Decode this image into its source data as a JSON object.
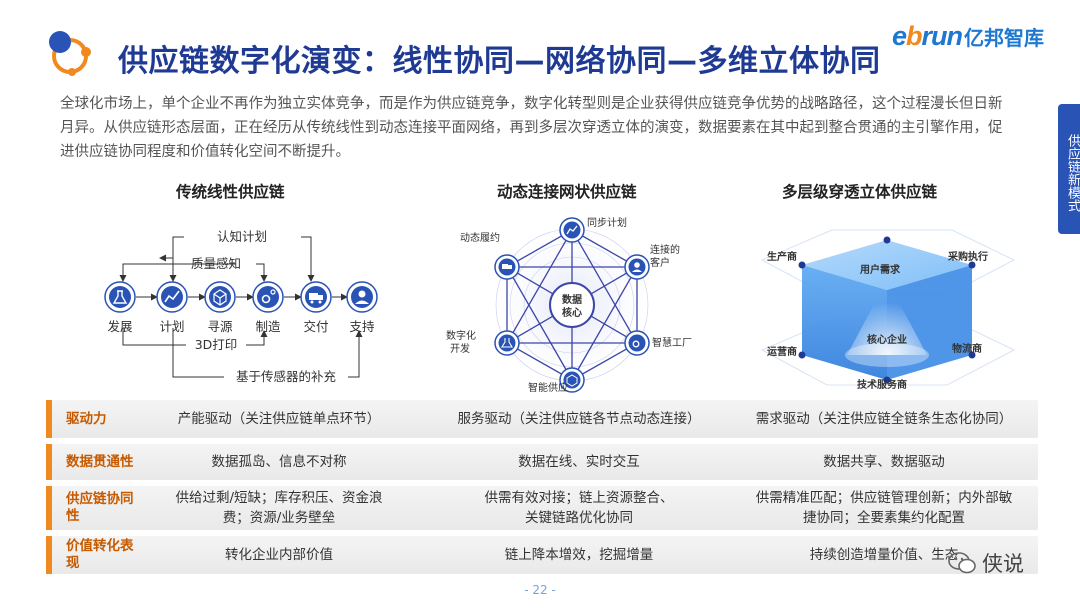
{
  "header": {
    "title": "供应链数字化演变：线性协同—网络协同—多维立体协同",
    "brand_en_e": "e",
    "brand_en_b": "b",
    "brand_en_rest": "run",
    "brand_cn": "亿邦智库",
    "side_tab": "供应链新模式"
  },
  "intro": "全球化市场上，单个企业不再作为独立实体竞争，而是作为供应链竞争，数字化转型则是企业获得供应链竞争优势的战略路径，这个过程漫长但日新月异。从供应链形态层面，正在经历从传统线性到动态连接平面网络，再到多层次穿透立体的演变，数据要素在其中起到整合贯通的主引擎作用，促进供应链协同程度和价值转化空间不断提升。",
  "diagrams": {
    "linear": {
      "title": "传统线性供应链",
      "nodes": [
        "发展",
        "计划",
        "寻源",
        "制造",
        "交付",
        "支持"
      ],
      "top_labels": [
        "认知计划",
        "质量感知"
      ],
      "bottom_labels": [
        "3D打印",
        "基于传感器的补充"
      ]
    },
    "network": {
      "title": "动态连接网状供应链",
      "center": [
        "数据",
        "核心"
      ],
      "nodes": [
        "同步计划",
        "连接的客户",
        "智慧工厂",
        "智能供应",
        "数字化开发",
        "动态履约"
      ]
    },
    "cube": {
      "title": "多层级穿透立体供应链",
      "labels": [
        "用户需求",
        "生产商",
        "采购执行",
        "运营商",
        "物流商",
        "技术服务商"
      ],
      "core": "核心企业"
    }
  },
  "table": {
    "rows": [
      {
        "head": "驱动力",
        "cells": [
          "产能驱动（关注供应链单点环节）",
          "服务驱动（关注供应链各节点动态连接）",
          "需求驱动（关注供应链全链条生态化协同）"
        ]
      },
      {
        "head": "数据贯通性",
        "cells": [
          "数据孤岛、信息不对称",
          "数据在线、实时交互",
          "数据共享、数据驱动"
        ]
      },
      {
        "head": "供应链协同性",
        "cells": [
          "供给过剩/短缺；库存积压、资金浪费；资源/业务壁垒",
          "供需有效对接；链上资源整合、关键链路优化协同",
          "供需精准匹配；供应链管理创新；内外部敏捷协同；全要素集约化配置"
        ]
      },
      {
        "head": "价值转化表现",
        "cells": [
          "转化企业内部价值",
          "链上降本增效，挖掘增量",
          "持续创造增量价值、生态"
        ]
      }
    ]
  },
  "footer": {
    "page": "- 22 -",
    "watermark": "侠说"
  },
  "colors": {
    "title": "#1f3a93",
    "accent_orange": "#f08a1e",
    "brand_blue": "#1e78d2",
    "node_blue": "#2a53b6"
  }
}
